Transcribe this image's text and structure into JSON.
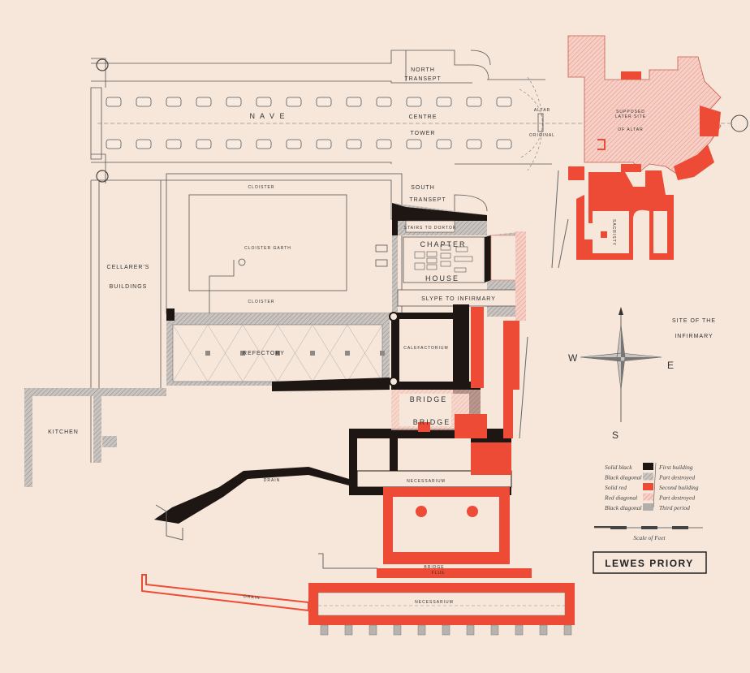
{
  "title": "LEWES PRIORY",
  "labels": {
    "north_transept_1": "NORTH",
    "north_transept_2": "TRANSEPT",
    "nave": "N A V E",
    "centre": "CENTRE",
    "tower": "TOWER",
    "south_transept_1": "SOUTH",
    "south_transept_2": "TRANSEPT",
    "altar": "ALTAR",
    "original": "ORIGINAL",
    "supposed_1": "SUPPOSED",
    "supposed_2": "LATER SITE",
    "supposed_3": "OF ALTAR",
    "sacristy": "SACRISTY",
    "cloister_north": "CLOISTER",
    "cloister_south": "CLOISTER",
    "cloister_garth": "CLOISTER GARTH",
    "cellarers_1": "CELLARER'S",
    "cellarers_2": "BUILDINGS",
    "stairs": "STAIRS TO DORTOR",
    "chapter": "CHAPTER",
    "house": "HOUSE",
    "slype": "SLYPE TO INFIRMARY",
    "refectory": "REFECTORY",
    "calefactorium": "CALEFACTORIUM",
    "bridge_1": "BRIDGE",
    "bridge_2": "BRIDGE",
    "bridge_3": "BRIDGE",
    "flue": "FLUE",
    "kitchen": "KITCHEN",
    "drain_1": "DRAIN",
    "drain_2": "DRAIN",
    "necessarium_1": "NECESSARIUM",
    "necessarium_2": "NECESSARIUM",
    "infirmary_1": "SITE OF THE",
    "infirmary_2": "INFIRMARY"
  },
  "compass": {
    "west": "W",
    "east": "E",
    "south": "S"
  },
  "legend": {
    "items": [
      {
        "swatch": "Solid black",
        "meaning": "First building",
        "color": "#1e1612"
      },
      {
        "swatch": "Black diagonal",
        "meaning": "Part destroyed",
        "color": "#8a8280"
      },
      {
        "swatch": "Solid red",
        "meaning": "Second building",
        "color": "#ee4b36"
      },
      {
        "swatch": "Red diagonal",
        "meaning": "Part destroyed",
        "color": "#f2b8ac"
      },
      {
        "swatch": "Black diagonal",
        "meaning": "Third period",
        "color": "#b3aeaa"
      }
    ],
    "scale_label": "Scale of Feet"
  },
  "colors": {
    "paper": "#f6e7da",
    "black": "#1e1612",
    "red": "#ee4b36",
    "grey": "#b8b3ae",
    "pink": "#f3c2b4"
  }
}
